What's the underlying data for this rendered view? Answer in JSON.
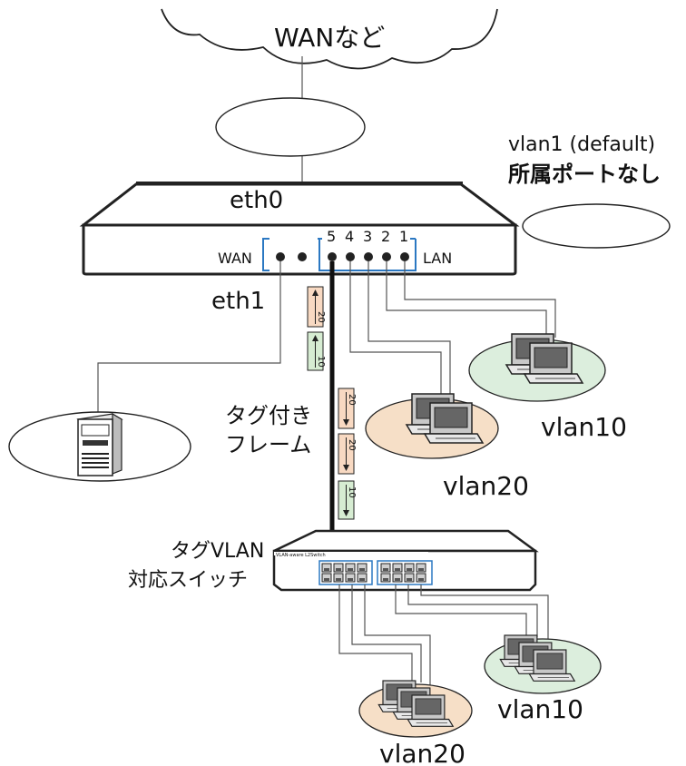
{
  "cloud": {
    "label": "WANなど"
  },
  "router": {
    "eth0_label": "eth0",
    "eth1_label": "eth1",
    "wan_port_label": "WAN",
    "lan_port_label": "LAN",
    "port_numbers": [
      "5",
      "4",
      "3",
      "2",
      "1"
    ]
  },
  "vlan1": {
    "line1": "vlan1 (default)",
    "line2": "所属ポートなし"
  },
  "tagged_frame": {
    "line1": "タグ付き",
    "line2": "フレーム"
  },
  "switch": {
    "line1": "タグVLAN",
    "line2": "対応スイッチ",
    "model_text": "VLAN-aware L2Switch"
  },
  "frame_tags": [
    "20",
    "10",
    "20",
    "20",
    "10"
  ],
  "segments": {
    "router_vlan10": "vlan10",
    "router_vlan20": "vlan20",
    "switch_vlan10": "vlan10",
    "switch_vlan20": "vlan20"
  },
  "colors": {
    "vlan10_fill": "#dceedd",
    "vlan20_fill": "#f6dfc7",
    "tag20_fill": "#f8d9c2",
    "tag10_fill": "#d6ecd2",
    "port_accent": "#2b78c2"
  }
}
